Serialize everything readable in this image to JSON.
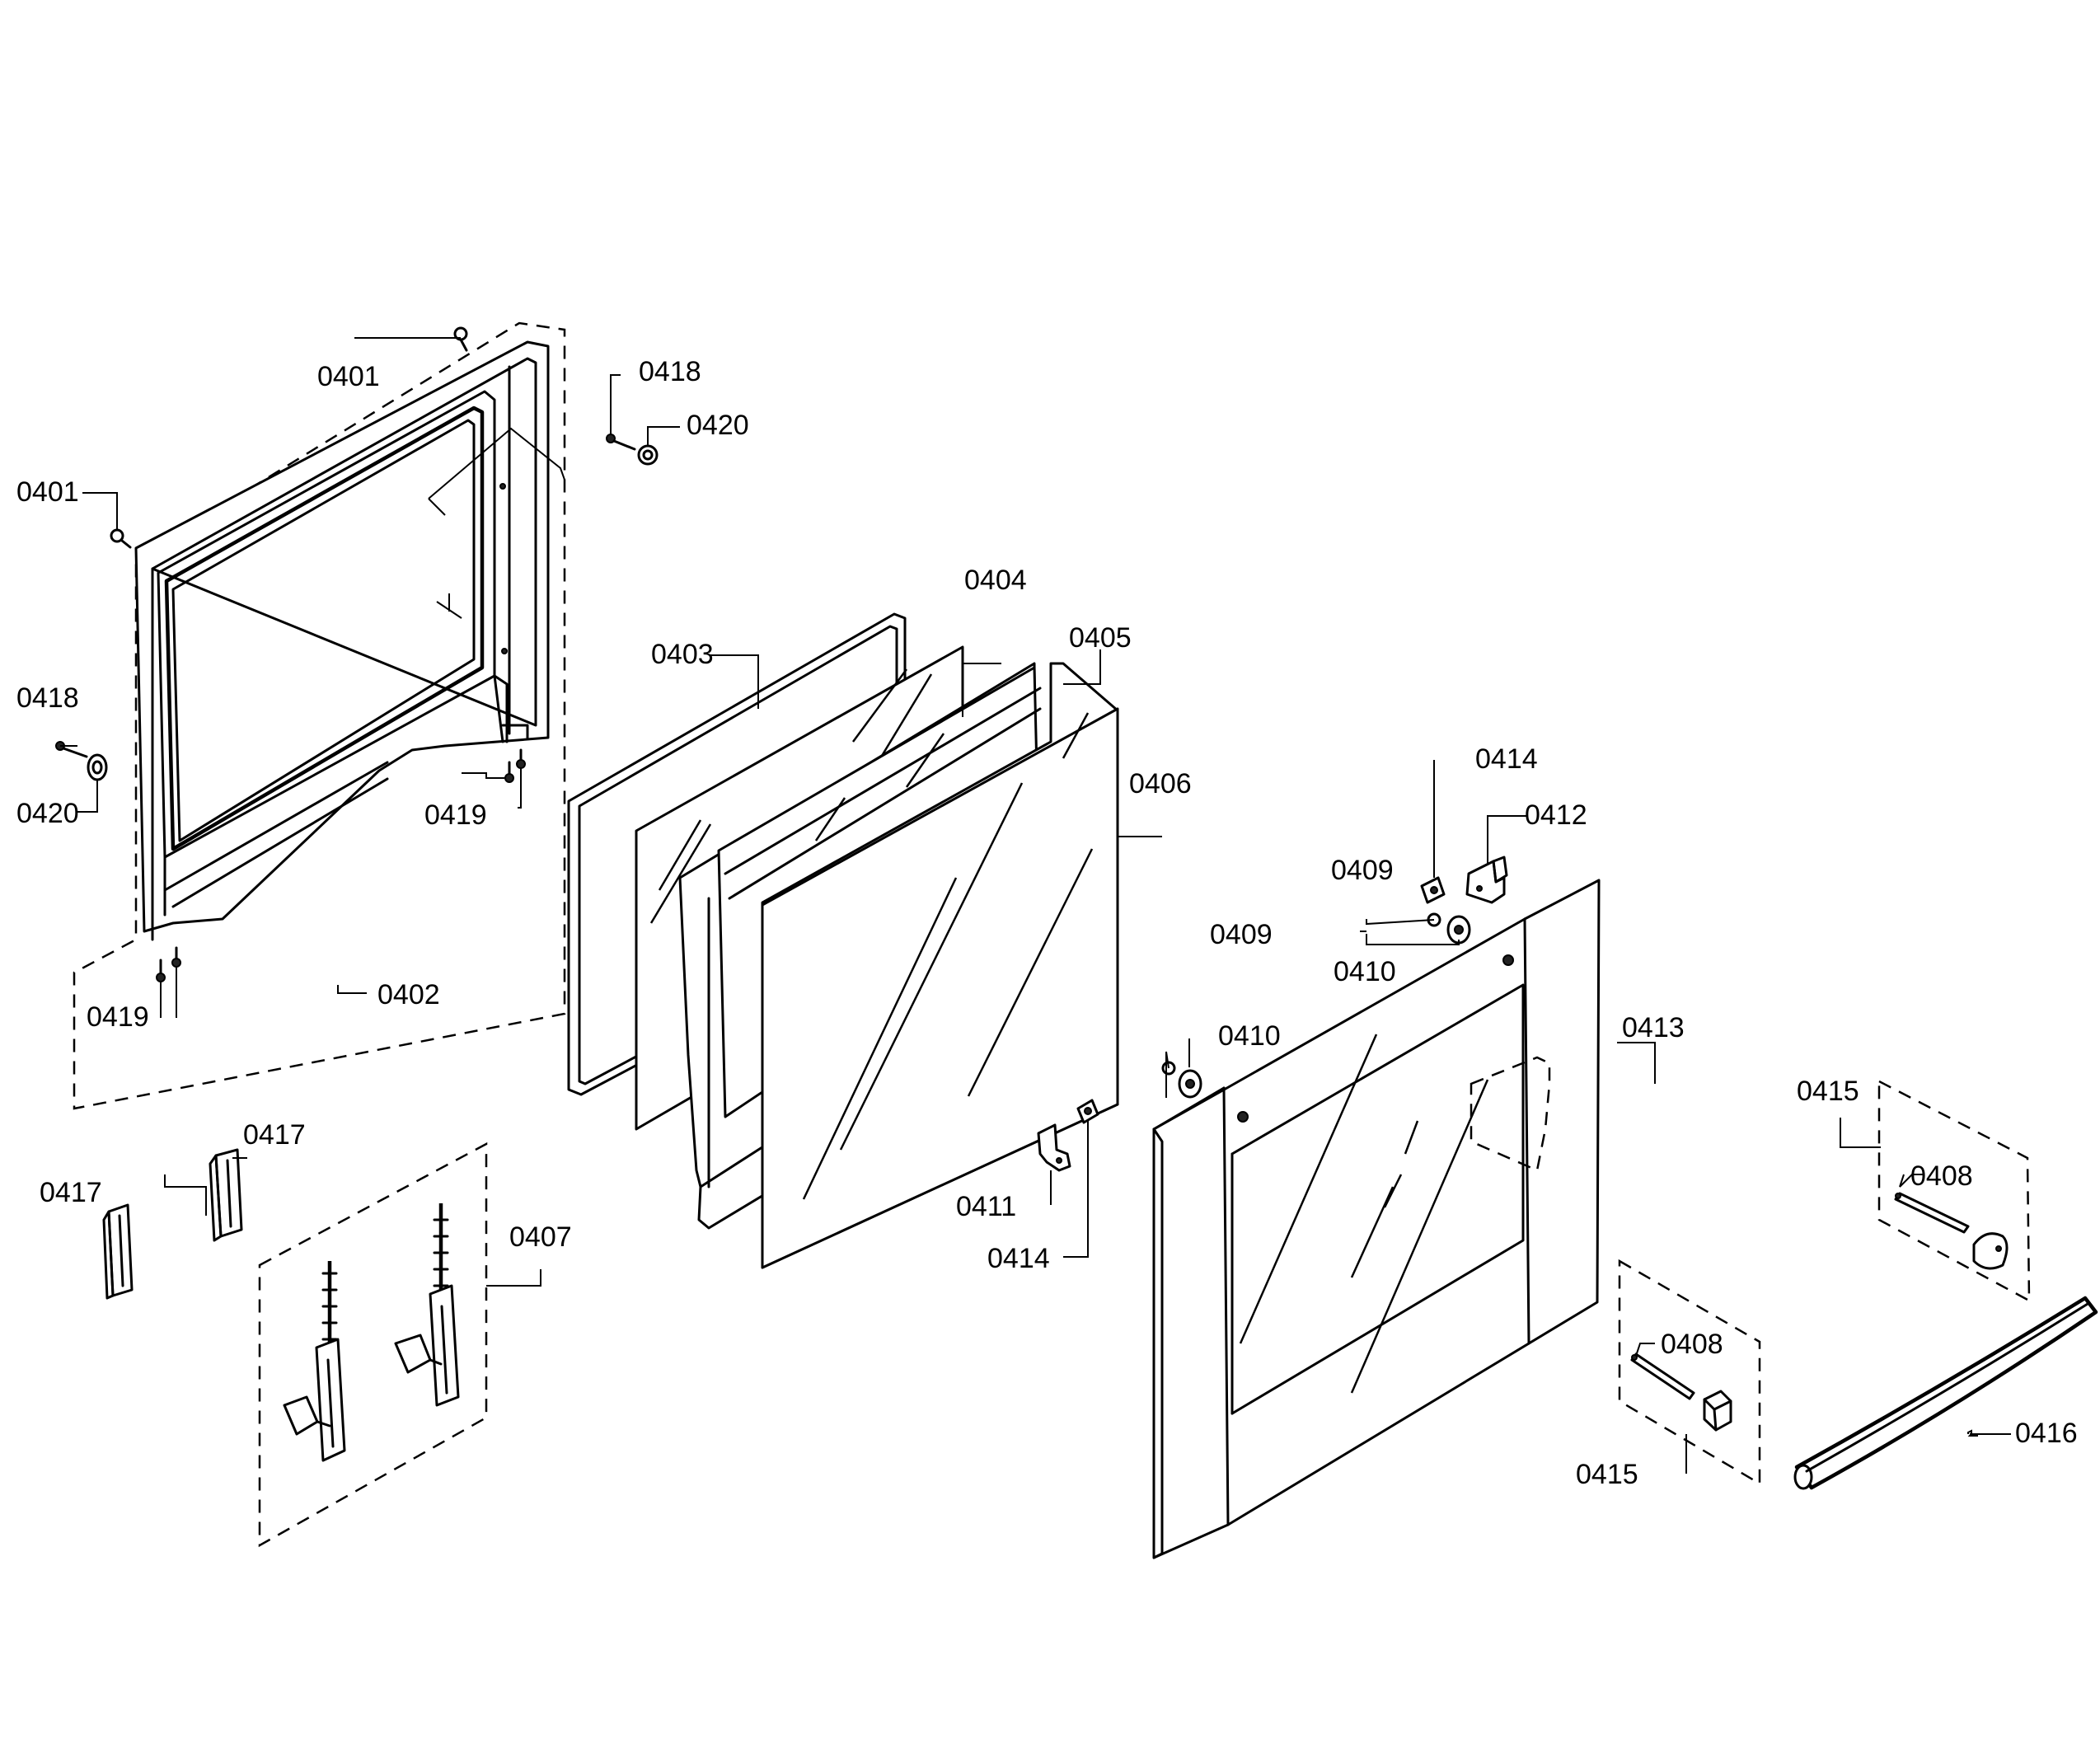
{
  "labels": {
    "l0401a": "0401",
    "l0401b": "0401",
    "l0402": "0402",
    "l0403": "0403",
    "l0404": "0404",
    "l0405": "0405",
    "l0406": "0406",
    "l0407": "0407",
    "l0408a": "0408",
    "l0408b": "0408",
    "l0409a": "0409",
    "l0409b": "0409",
    "l0410a": "0410",
    "l0410b": "0410",
    "l0411": "0411",
    "l0412": "0412",
    "l0413": "0413",
    "l0414a": "0414",
    "l0414b": "0414",
    "l0415a": "0415",
    "l0415b": "0415",
    "l0416": "0416",
    "l0417a": "0417",
    "l0417b": "0417",
    "l0418a": "0418",
    "l0418b": "0418",
    "l0419a": "0419",
    "l0419b": "0419",
    "l0420a": "0420",
    "l0420b": "0420"
  }
}
